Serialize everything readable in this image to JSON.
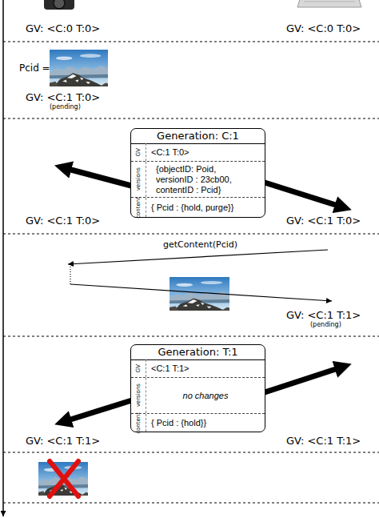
{
  "diagram": {
    "nodes": [
      {
        "text": [
          "Generation: C:1"
        ]
      },
      {
        "text": [
          "GV",
          "<C:1 T:0>"
        ],
        "in": 0
      },
      {
        "text": [
          "versions",
          "{objectID: Poid, versionID : 23cb00, contentID : Pcid}"
        ],
        "in": 0
      },
      {
        "text": [
          "content",
          "{ Pcid : {hold, purge}}"
        ],
        "in": 0
      },
      {
        "text": [
          "Generation: T:1"
        ]
      },
      {
        "text": [
          "GV",
          "<C:1 T:1>"
        ],
        "in": 4
      },
      {
        "text": [
          "versions",
          "no changes"
        ],
        "in": 4
      },
      {
        "text": [
          "content",
          "{ Pcid : {hold}}"
        ],
        "in": 4
      }
    ],
    "labels": [
      "GV: <C:0 T:0>",
      "GV: <C:0 T:0>",
      "Pcid =",
      "GV: <C:1 T:0>",
      "(pending)",
      "GV: <C:1 T:0>",
      "GV: <C:1 T:0>",
      "getContent(Pcid)",
      "GV: <C:1 T:1>",
      "(pending)",
      "GV: <C:1 T:1>",
      "GV: <C:1 T:1>"
    ]
  }
}
